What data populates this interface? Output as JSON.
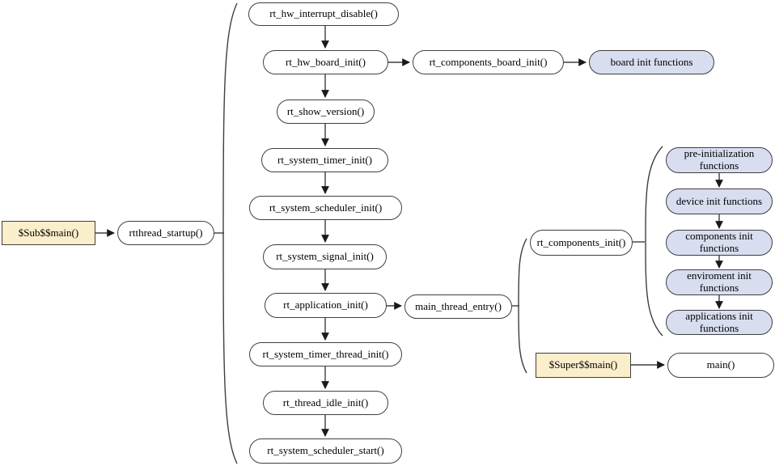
{
  "diagram_type": "flowchart",
  "colors": {
    "background": "#ffffff",
    "node_border": "#3f3f3f",
    "connector": "#3f3f3f",
    "arrowhead": "#1a1a1a",
    "plain_node_fill": "#ffffff",
    "highlight_node_fill": "#fbeecb",
    "function_group_fill": "#d8def0",
    "text": "#000000"
  },
  "nodes": {
    "sub_main": {
      "label": "$Sub$$main()",
      "style": "highlight-rect"
    },
    "rtthread_startup": {
      "label": "rtthread_startup()",
      "style": "pill"
    },
    "rt_hw_interrupt_disable": {
      "label": "rt_hw_interrupt_disable()",
      "style": "pill"
    },
    "rt_hw_board_init": {
      "label": "rt_hw_board_init()",
      "style": "pill"
    },
    "rt_components_board_init": {
      "label": "rt_components_board_init()",
      "style": "pill"
    },
    "board_init_functions": {
      "label": "board init functions",
      "style": "blue-pill"
    },
    "rt_show_version": {
      "label": "rt_show_version()",
      "style": "pill"
    },
    "rt_system_timer_init": {
      "label": "rt_system_timer_init()",
      "style": "pill"
    },
    "rt_system_scheduler_init": {
      "label": "rt_system_scheduler_init()",
      "style": "pill"
    },
    "rt_system_signal_init": {
      "label": "rt_system_signal_init()",
      "style": "pill"
    },
    "rt_application_init": {
      "label": "rt_application_init()",
      "style": "pill"
    },
    "main_thread_entry": {
      "label": "main_thread_entry()",
      "style": "pill"
    },
    "rt_components_init": {
      "label": "rt_components_init()",
      "style": "pill"
    },
    "pre_initialization_functions": {
      "label": "pre-initialization functions",
      "style": "blue-pill"
    },
    "device_init_functions": {
      "label": "device init functions",
      "style": "blue-pill"
    },
    "components_init_functions": {
      "label": "components init functions",
      "style": "blue-pill"
    },
    "enviroment_init_functions": {
      "label": "enviroment init functions",
      "style": "blue-pill"
    },
    "applications_init_functions": {
      "label": "applications init functions",
      "style": "blue-pill"
    },
    "super_main": {
      "label": "$Super$$main()",
      "style": "highlight-rect"
    },
    "main": {
      "label": "main()",
      "style": "pill"
    },
    "rt_system_timer_thread_init": {
      "label": "rt_system_timer_thread_init()",
      "style": "pill"
    },
    "rt_thread_idle_init": {
      "label": "rt_thread_idle_init()",
      "style": "pill"
    },
    "rt_system_scheduler_start": {
      "label": "rt_system_scheduler_start()",
      "style": "pill"
    }
  },
  "edges": [
    {
      "from": "sub_main",
      "to": "rtthread_startup",
      "type": "arrow"
    },
    {
      "from": "rtthread_startup",
      "to": "startup-brace",
      "type": "plain"
    },
    {
      "from": "rt_hw_interrupt_disable",
      "to": "rt_hw_board_init",
      "type": "arrow"
    },
    {
      "from": "rt_hw_board_init",
      "to": "rt_components_board_init",
      "type": "arrow"
    },
    {
      "from": "rt_components_board_init",
      "to": "board_init_functions",
      "type": "arrow"
    },
    {
      "from": "rt_hw_board_init",
      "to": "rt_show_version",
      "type": "arrow"
    },
    {
      "from": "rt_show_version",
      "to": "rt_system_timer_init",
      "type": "arrow"
    },
    {
      "from": "rt_system_timer_init",
      "to": "rt_system_scheduler_init",
      "type": "arrow"
    },
    {
      "from": "rt_system_scheduler_init",
      "to": "rt_system_signal_init",
      "type": "arrow"
    },
    {
      "from": "rt_system_signal_init",
      "to": "rt_application_init",
      "type": "arrow"
    },
    {
      "from": "rt_application_init",
      "to": "main_thread_entry",
      "type": "arrow"
    },
    {
      "from": "main_thread_entry",
      "to": "entry-brace",
      "type": "plain"
    },
    {
      "from": "rt_components_init",
      "to": "components-brace",
      "type": "plain"
    },
    {
      "from": "pre_initialization_functions",
      "to": "device_init_functions",
      "type": "arrow"
    },
    {
      "from": "device_init_functions",
      "to": "components_init_functions",
      "type": "arrow"
    },
    {
      "from": "components_init_functions",
      "to": "enviroment_init_functions",
      "type": "arrow"
    },
    {
      "from": "enviroment_init_functions",
      "to": "applications_init_functions",
      "type": "arrow"
    },
    {
      "from": "super_main",
      "to": "main",
      "type": "arrow"
    },
    {
      "from": "rt_application_init",
      "to": "rt_system_timer_thread_init",
      "type": "arrow"
    },
    {
      "from": "rt_system_timer_thread_init",
      "to": "rt_thread_idle_init",
      "type": "arrow"
    },
    {
      "from": "rt_thread_idle_init",
      "to": "rt_system_scheduler_start",
      "type": "arrow"
    }
  ]
}
